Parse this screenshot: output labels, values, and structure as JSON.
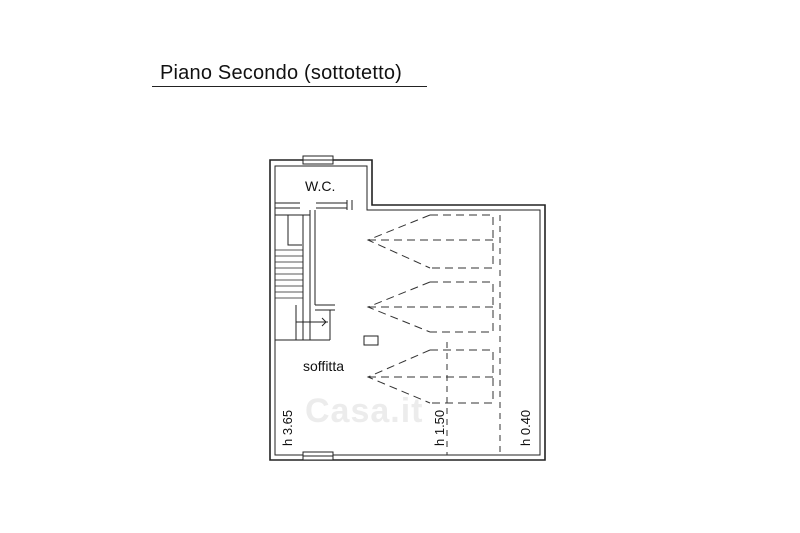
{
  "title": "Piano Secondo (sottotetto)",
  "rooms": {
    "wc": "W.C.",
    "soffitta": "soffitta"
  },
  "heights": {
    "left": "h 3.65",
    "middle": "h 1.50",
    "right": "h 0.40"
  },
  "watermark": "Casa.it",
  "colors": {
    "lines": "#222222",
    "background": "#ffffff",
    "watermark": "#ececec"
  }
}
